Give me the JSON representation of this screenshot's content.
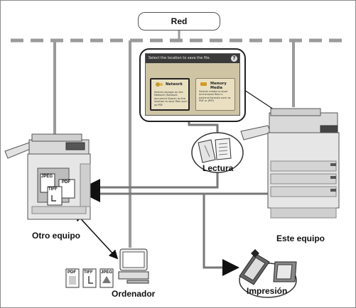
{
  "network": {
    "label": "Red"
  },
  "nodes": {
    "other_device": "Otro equipo",
    "this_device": "Este equipo",
    "computer": "Ordenador",
    "reading": "Lectura",
    "printing": "Impresión"
  },
  "screen": {
    "title": "Select the location to save the file.",
    "help": "?",
    "buttons": [
      {
        "label": "Network",
        "desc": "Selects storage on the Network (Network document Space) as the location to save files such as PDF",
        "selected": true
      },
      {
        "label": "Memory Media",
        "desc": "Selects media to store and browse files in external formats such as PDF or JPEG",
        "selected": false
      }
    ]
  },
  "file_types": {
    "jpeg": "JPEG",
    "pdf": "PDF",
    "tiff": "TIFF"
  }
}
